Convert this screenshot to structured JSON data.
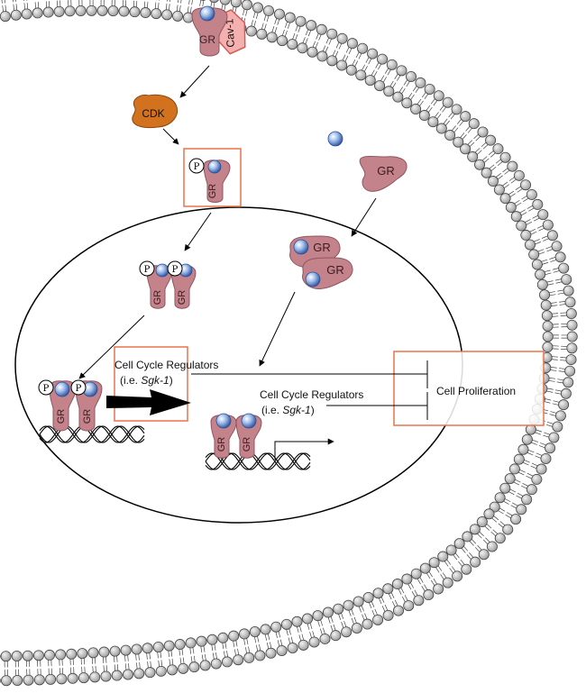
{
  "labels": {
    "gr": "GR",
    "cav1": "Cav-1",
    "cdk": "CDK",
    "p": "P",
    "ccr1_line1": "Cell Cycle Regulators",
    "ccr1_pre": "(i.e. ",
    "ccr1_gene": "Sgk-1",
    "ccr1_post": ")",
    "ccr2_line1": "Cell Cycle Regulators",
    "ccr2_pre": "(i.e. ",
    "ccr2_gene": "Sgk-1",
    "ccr2_post": ")",
    "cell_proliferation": "Cell Proliferation"
  },
  "colors": {
    "gr_fill": "#c4838a",
    "gr_stroke": "#8f5560",
    "cdk_fill": "#d2711e",
    "cdk_stroke": "#8a4510",
    "cav1_fill": "#f4b0ae",
    "cav1_stroke": "#d45a55",
    "ligand_fill": "#8fb2e6",
    "ligand_stroke": "#2c4f9a",
    "highlight_box": "#e8744a",
    "lipid_fill": "#c8c8c8",
    "lipid_stroke": "#444444"
  },
  "icons": [
    "glucocorticoid-ligand",
    "phosphate-group",
    "dna-double-helix",
    "lipid-bilayer"
  ]
}
